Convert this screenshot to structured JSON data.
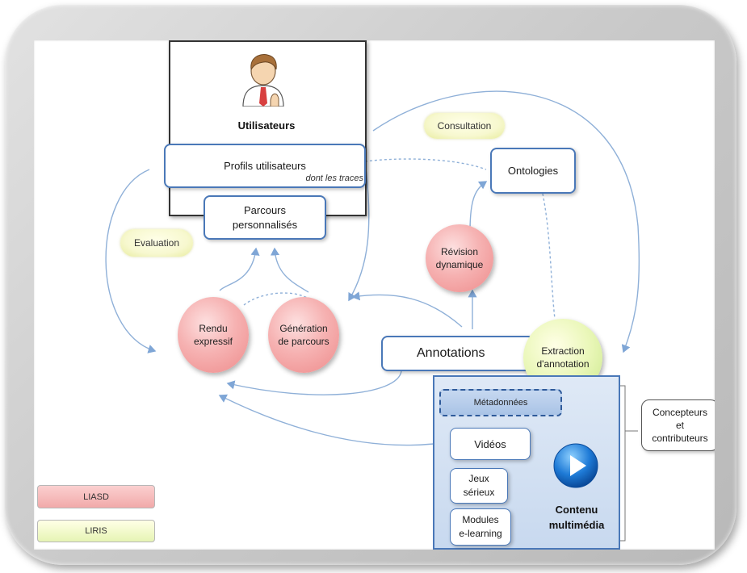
{
  "users_title": "Utilisateurs",
  "profils": {
    "label": "Profils utilisateurs",
    "sub": "dont les traces"
  },
  "parcours_box": "Parcours\npersonnalisés",
  "ontologies": "Ontologies",
  "consultation": "Consultation",
  "evaluation": "Evaluation",
  "revision": "Révision\ndynamique",
  "rendu": "Rendu\nexpressif",
  "generation": "Génération\nde parcours",
  "annotations": "Annotations",
  "extraction": "Extraction\nd'annotation",
  "metadonnees": "Métadonnées",
  "videos": "Vidéos",
  "jeux": "Jeux\nsérieux",
  "modules": "Modules\ne-learning",
  "contenu": "Contenu\nmultimédia",
  "concepteurs": "Concepteurs\net\ncontributeurs",
  "legend": {
    "liasd": "LIASD",
    "liris": "LIRIS"
  },
  "colors": {
    "accent": "#4a78b8",
    "red_node": "#f4a7a7",
    "green_node": "#e4f4b0",
    "arrow": "#8fb0d8"
  },
  "icons": {
    "user": "user-avatar-icon",
    "play": "play-icon"
  }
}
